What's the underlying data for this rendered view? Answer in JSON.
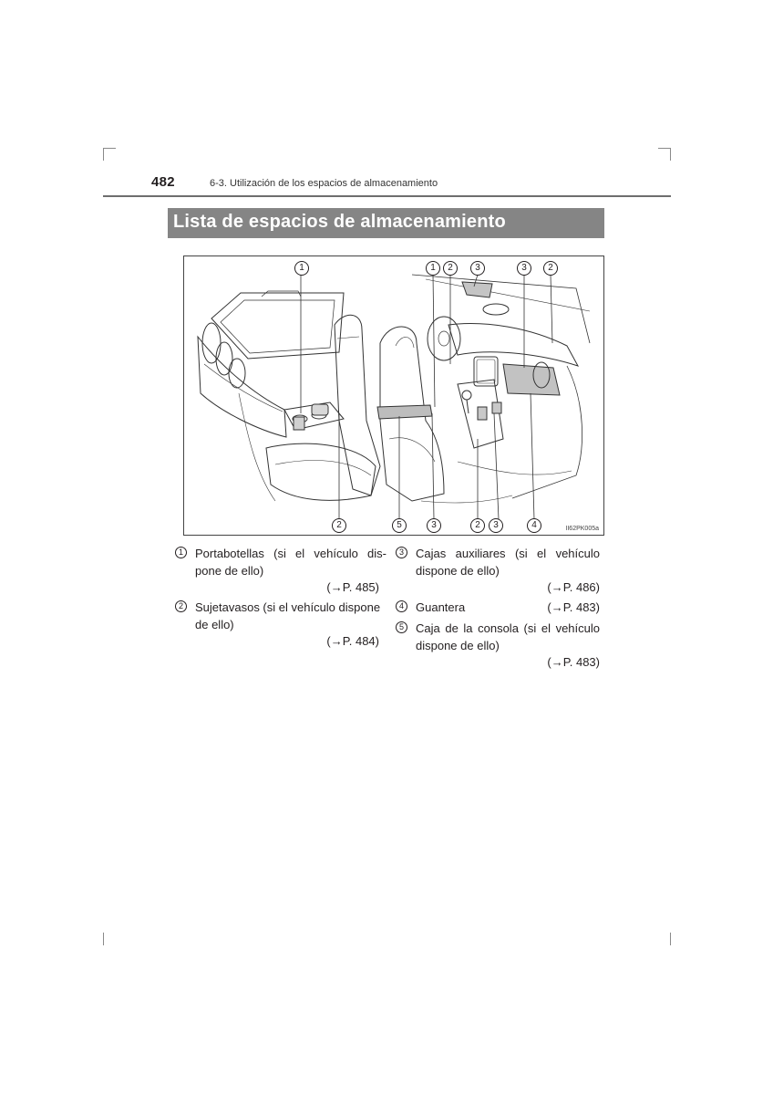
{
  "page": {
    "number": "482",
    "section": "6-3. Utilización de los espacios de almacenamiento"
  },
  "heading": "Lista de espacios de almacenamiento",
  "figure": {
    "code": "II62PK005a",
    "callouts_top": [
      "1",
      "1",
      "2",
      "3",
      "3",
      "2"
    ],
    "callouts_bottom": [
      "2",
      "5",
      "3",
      "2",
      "3",
      "4"
    ]
  },
  "legend": [
    {
      "num": "1",
      "line1": "Portabotellas (si el vehículo dis-",
      "line2": "pone de ello)",
      "ref": "(→P. 485)"
    },
    {
      "num": "2",
      "line1": "Sujetavasos (si el vehículo dispone",
      "line2": "de ello)",
      "ref": "(→P. 484)"
    },
    {
      "num": "3",
      "line1": "Cajas auxiliares (si el vehículo",
      "line2": "dispone de ello)",
      "ref": "(→P. 486)"
    },
    {
      "num": "4",
      "line1": "Guantera",
      "line2": "",
      "ref": "(→P. 483)"
    },
    {
      "num": "5",
      "line1": "Caja de la consola (si el vehículo",
      "line2": "dispone de ello)",
      "ref": "(→P. 483)"
    }
  ]
}
